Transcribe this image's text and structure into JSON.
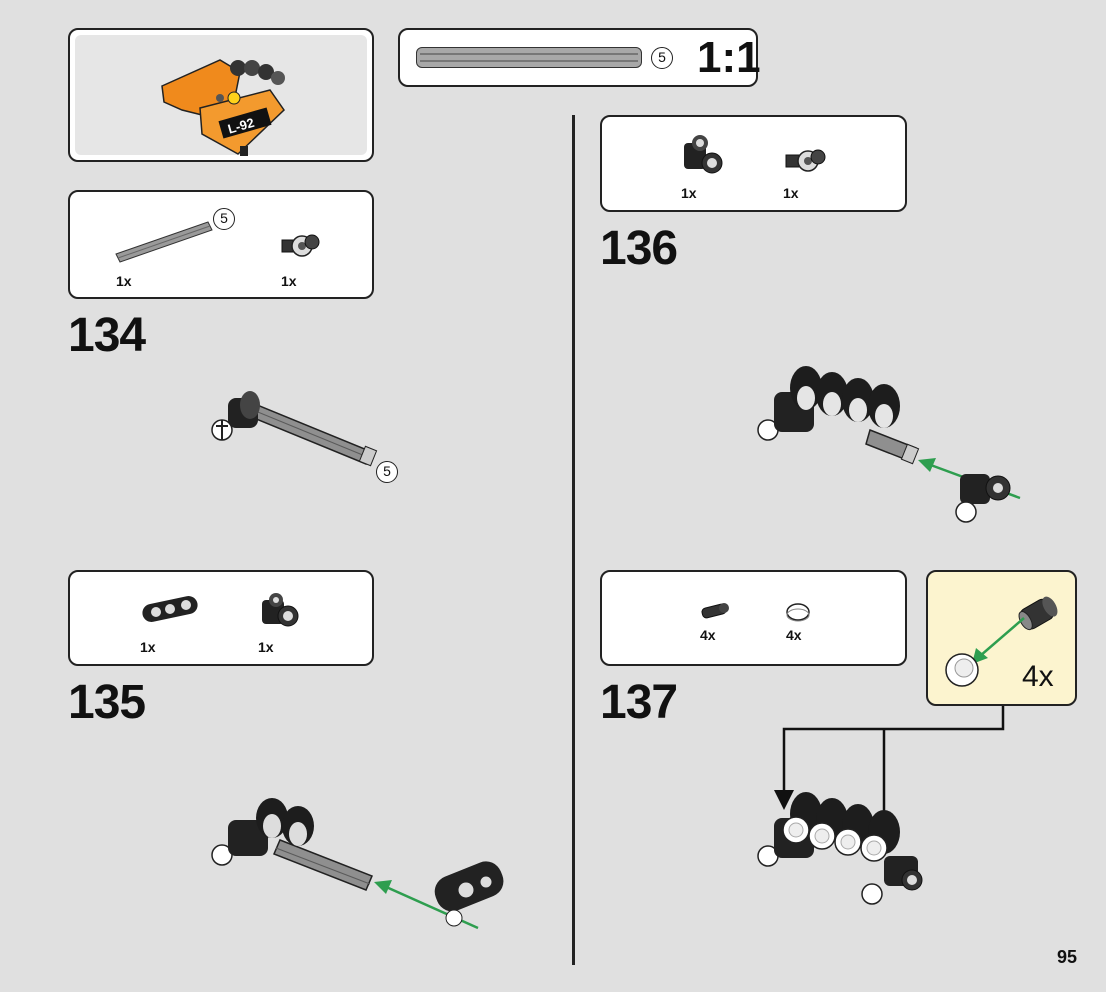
{
  "page": {
    "number": "95"
  },
  "ruler": {
    "length_label": "5",
    "scale_label": "1:1"
  },
  "parts_panels": [
    {
      "step": "134",
      "items": [
        {
          "qty": "1x",
          "length_label": "5",
          "part": "axle-5"
        },
        {
          "qty": "1x",
          "part": "axle-connector"
        }
      ]
    },
    {
      "step": "135",
      "items": [
        {
          "qty": "1x",
          "part": "double-cross-block"
        },
        {
          "qty": "1x",
          "part": "pin-connector-perpendicular"
        }
      ]
    },
    {
      "step": "136",
      "items": [
        {
          "qty": "1x",
          "part": "pin-connector-perpendicular"
        },
        {
          "qty": "1x",
          "part": "axle-connector"
        }
      ]
    },
    {
      "step": "137",
      "items": [
        {
          "qty": "4x",
          "part": "bush-pin"
        },
        {
          "qty": "4x",
          "part": "round-tile"
        }
      ]
    }
  ],
  "steps": [
    {
      "number": "134",
      "callout_label": "5"
    },
    {
      "number": "135"
    },
    {
      "number": "136"
    },
    {
      "number": "137"
    }
  ],
  "subassembly_callout": {
    "qty": "4x"
  },
  "colors": {
    "background": "#e0e0e0",
    "arrow_green": "#2e9e4f",
    "callout_bg": "#fcf4cf",
    "orange": "#f08a1c"
  }
}
